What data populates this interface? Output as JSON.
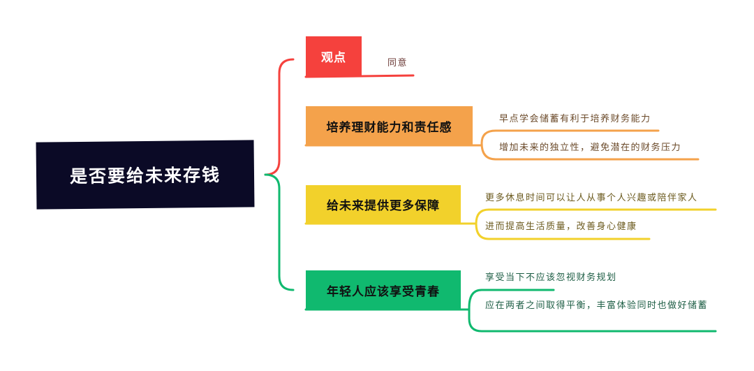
{
  "root": {
    "title": "是否要给未来存钱",
    "color": "#0b0a26"
  },
  "branches": [
    {
      "title": "观点",
      "color": "#f5413d",
      "children": [
        "同意"
      ]
    },
    {
      "title": "培养理财能力和责任感",
      "color": "#f4a24b",
      "children": [
        "早点学会储蓄有利于培养财务能力",
        "增加未来的独立性，避免潜在的财务压力"
      ]
    },
    {
      "title": "给未来提供更多保障",
      "color": "#f2d12b",
      "children": [
        "更多休息时间可以让人从事个人兴趣或陪伴家人",
        "进而提高生活质量，改善身心健康"
      ]
    },
    {
      "title": "年轻人应该享受青春",
      "color": "#10b96f",
      "children": [
        "享受当下不应该忽视财务规划",
        "应在两者之间取得平衡，丰富体验同时也做好储蓄"
      ]
    }
  ]
}
